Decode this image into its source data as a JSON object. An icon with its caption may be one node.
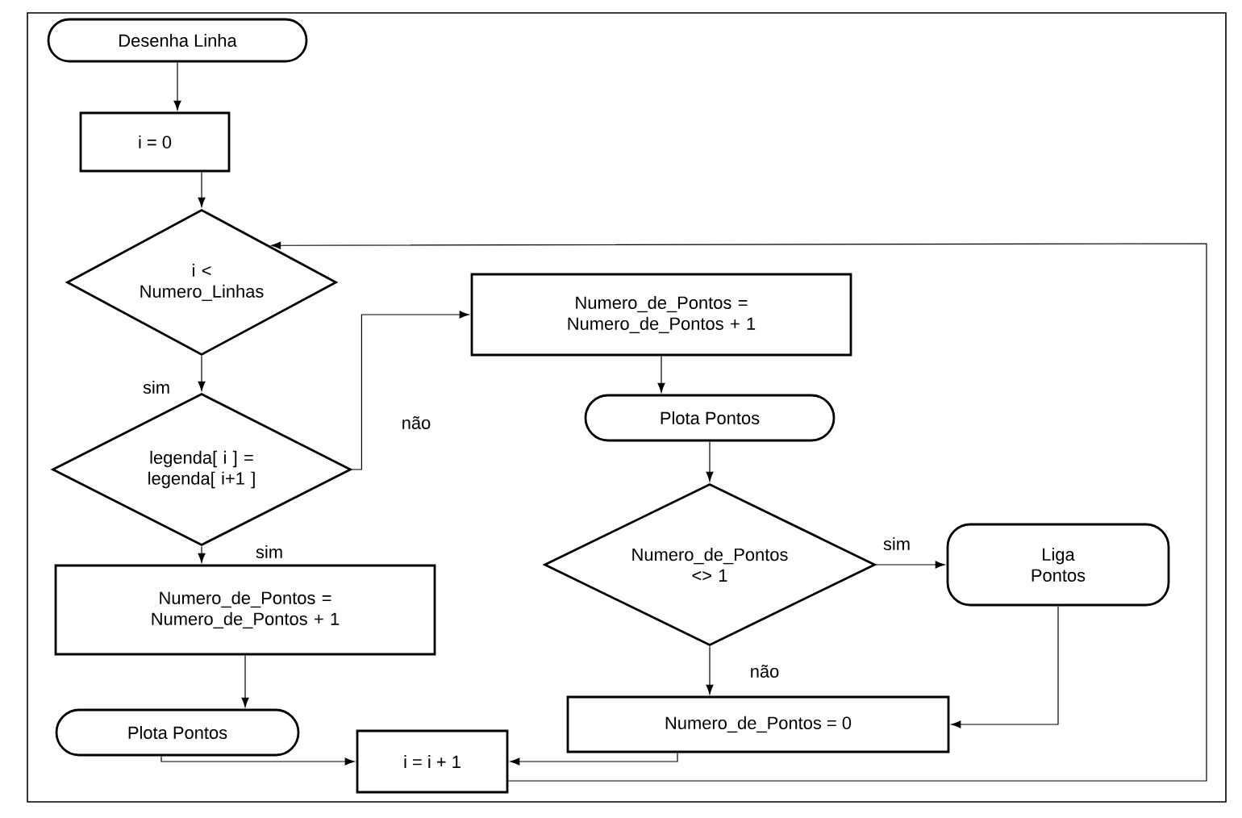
{
  "diagram": {
    "nodes": [
      {
        "text": [
          "Desenha Linha"
        ]
      },
      {
        "text": [
          "i = 0"
        ]
      },
      {
        "text": [
          "i < Numero_Linhas"
        ]
      },
      {
        "text": [
          "legenda[ i ] = legenda[ i+1 ]"
        ]
      },
      {
        "text": [
          "Numero_de_Pontos = Numero_de_Pontos + 1"
        ]
      },
      {
        "text": [
          "Plota Pontos"
        ]
      },
      {
        "text": [
          "i = i + 1"
        ]
      },
      {
        "text": [
          "Numero_de_Pontos = Numero_de_Pontos + 1"
        ]
      },
      {
        "text": [
          "Plota Pontos"
        ]
      },
      {
        "text": [
          "Numero_de_Pontos <> 1"
        ]
      },
      {
        "text": [
          "Liga Pontos"
        ]
      },
      {
        "text": [
          "Numero_de_Pontos = 0"
        ]
      }
    ],
    "edges": [
      {
        "from": 0,
        "to": 1,
        "arrow": "to"
      },
      {
        "from": 1,
        "to": 2,
        "arrow": "to"
      },
      {
        "from": 2,
        "to": 3,
        "arrow": "to",
        "label": "sim"
      },
      {
        "from": 3,
        "to": 4,
        "arrow": "to",
        "label": "sim"
      },
      {
        "from": 3,
        "to": 7,
        "arrow": "to",
        "label": "não"
      },
      {
        "from": 4,
        "to": 5,
        "arrow": "to"
      },
      {
        "from": 5,
        "to": 6,
        "arrow": "to"
      },
      {
        "from": 6,
        "to": 2,
        "arrow": "to"
      },
      {
        "from": 7,
        "to": 8,
        "arrow": "to"
      },
      {
        "from": 8,
        "to": 9,
        "arrow": "to"
      },
      {
        "from": 9,
        "to": 10,
        "arrow": "to",
        "label": "sim"
      },
      {
        "from": 9,
        "to": 11,
        "arrow": "to",
        "label": "não"
      },
      {
        "from": 10,
        "to": 11,
        "arrow": "to"
      },
      {
        "from": 11,
        "to": 6,
        "arrow": "to"
      }
    ]
  }
}
